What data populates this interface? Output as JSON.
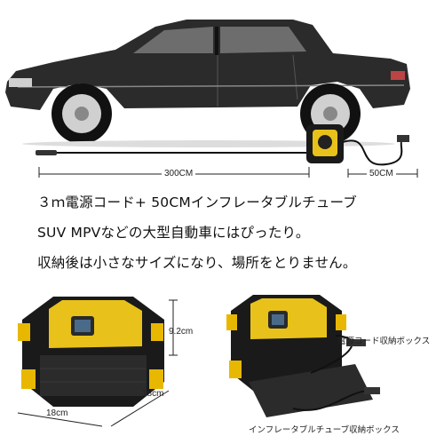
{
  "dimensions": {
    "cord_length": "300CM",
    "hose_length": "50CM",
    "height": "9.2cm",
    "depth": "18cm",
    "width": "18cm"
  },
  "text_lines": [
    "３ｍ電源コード+ 50CMインフレータブルチューブ",
    "SUV MPVなどの大型自動車にはぴったり。",
    "収納後は小さなサイズになり、場所をとりません。"
  ],
  "labels": {
    "cord_storage": "電源コード収納ボックス",
    "tube_storage": "インフレータブルチューブ収納ボックス"
  },
  "colors": {
    "car_body": "#2b2b2b",
    "device_yellow": "#e8c21a",
    "device_black": "#1a1a1a"
  }
}
